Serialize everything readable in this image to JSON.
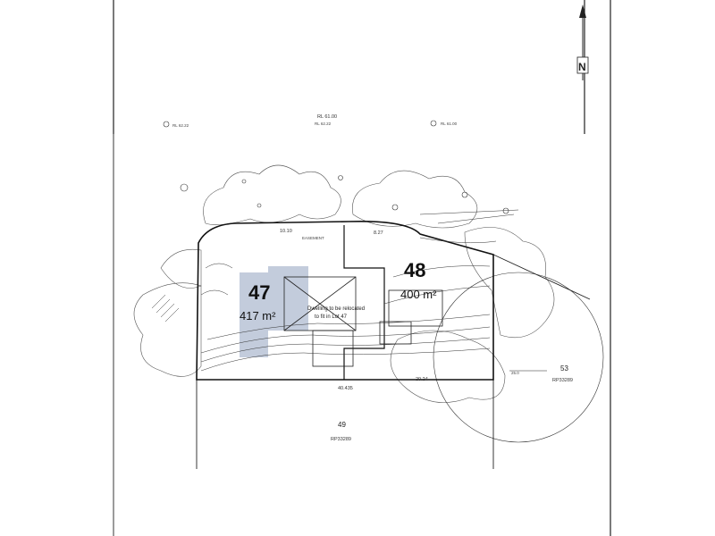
{
  "north_label": "N",
  "lots": [
    {
      "number": "47",
      "area": "417 m²"
    },
    {
      "number": "48",
      "area": "400 m²"
    },
    {
      "number": "49",
      "plan": "RP33289"
    },
    {
      "number": "53",
      "plan": "RP33289"
    }
  ],
  "note": [
    "Dwelling to be relocated",
    "to fit in Lot 47"
  ],
  "dimensions": {
    "bottom": "40.435",
    "right_bottom": "20.24",
    "top_right": "8.27",
    "top_mid": "10.10"
  },
  "labels": {
    "top_center": "RL 61.00",
    "top_center_sub": "RL 62.22",
    "right_mark": "25.0",
    "easement": "EASEMENT"
  },
  "colors": {
    "line": "#222222",
    "highlight": "#b9c3d6"
  }
}
